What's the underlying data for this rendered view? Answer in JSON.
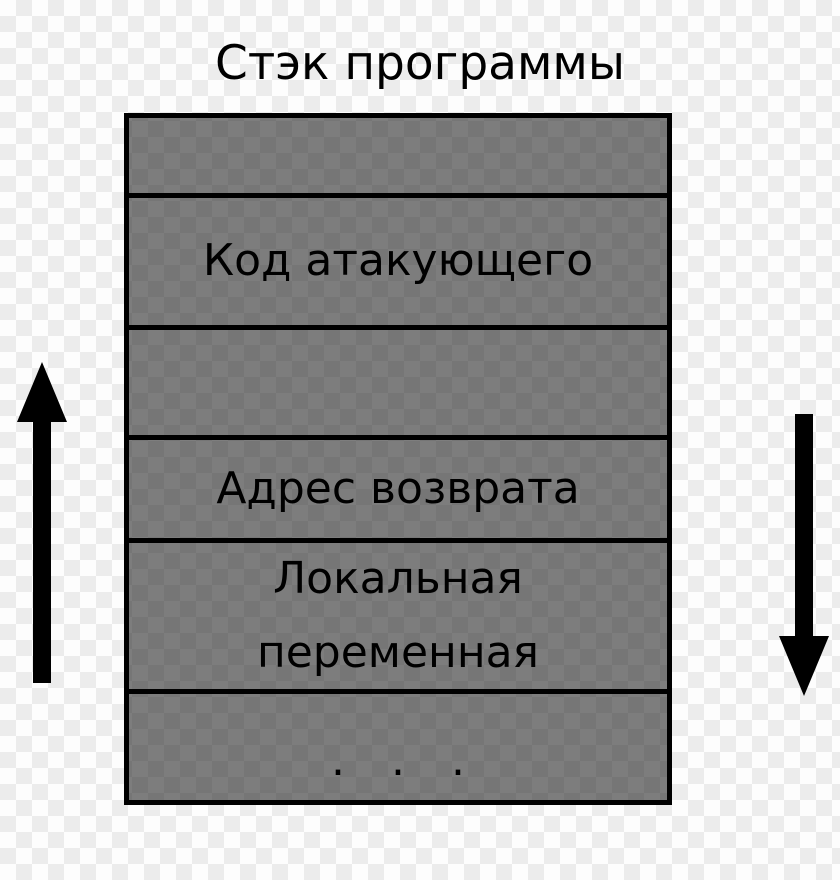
{
  "diagram": {
    "title": "Стэк программы",
    "box": {
      "rows": [
        {
          "label": "",
          "kind": "empty-slot"
        },
        {
          "label": "Код атакующего",
          "kind": "attacker-code"
        },
        {
          "label": "",
          "kind": "empty-slot"
        },
        {
          "label": "Адрес возврата",
          "kind": "return-address"
        },
        {
          "label": "Локальная переменная",
          "kind": "local-variable"
        },
        {
          "label": ". . .",
          "kind": "ellipsis"
        }
      ]
    },
    "arrows": {
      "left": {
        "name": "growth-direction-up",
        "direction": "up"
      },
      "right": {
        "name": "growth-direction-down",
        "direction": "down"
      }
    },
    "colors": {
      "border": "#000000",
      "text": "#000000",
      "fill_light": "#808080",
      "fill_dark": "#757575",
      "background_light": "#fdfdfd",
      "background_dark": "#ececec"
    }
  }
}
